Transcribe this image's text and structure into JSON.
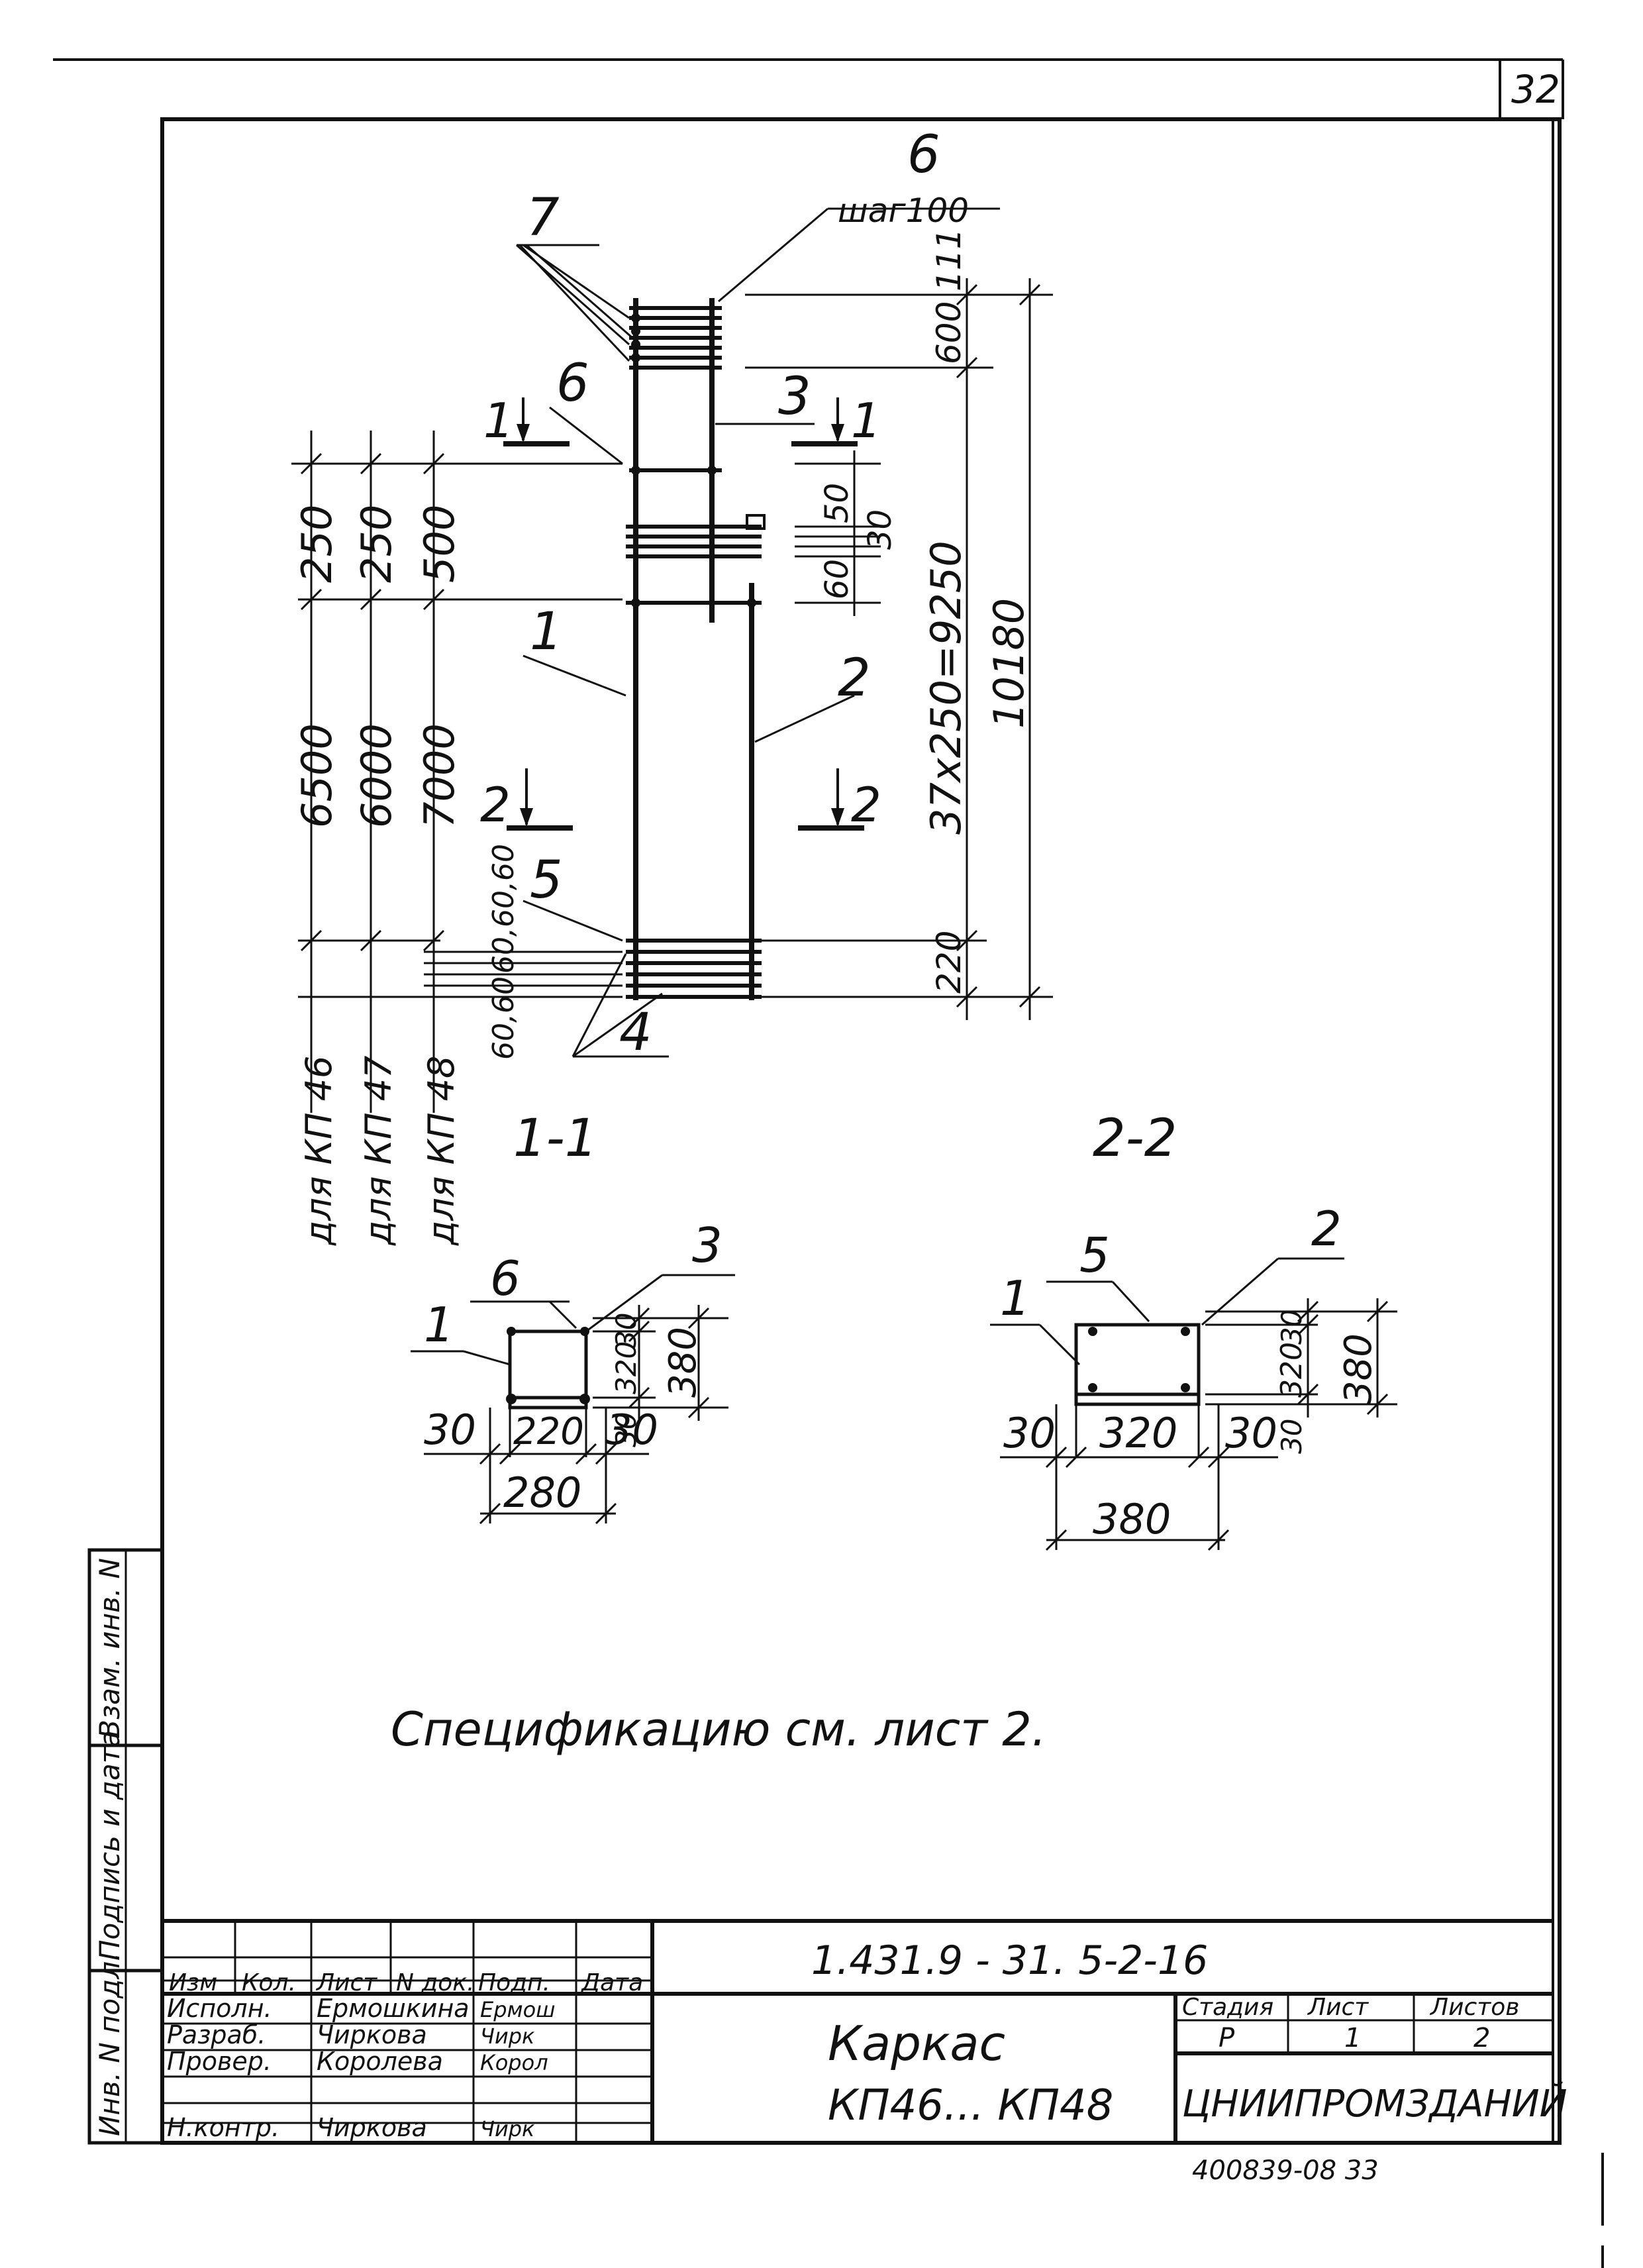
{
  "sheet_number": "32",
  "bottom_code": "400839-08 33",
  "main_view": {
    "labels": {
      "mark_1": "1",
      "mark_2": "2",
      "mark_3": "3",
      "mark_4": "4",
      "mark_5": "5",
      "mark_6_top": "6",
      "mark_6_mid": "6",
      "mark_7": "7",
      "pitch": "шаг100"
    },
    "sections": {
      "s1": "1",
      "s2": "2"
    },
    "dims_left": {
      "col1": [
        "250",
        "6500",
        "для КП 46"
      ],
      "col2": [
        "250",
        "6000",
        "для КП 47"
      ],
      "col3": [
        "500",
        "7000",
        "для КП 48"
      ],
      "bottom_pitch_top": "60,60,60",
      "bottom_pitch_bottom": "60,60"
    },
    "dims_right": {
      "d111": "111",
      "d600": "600",
      "d50": "50",
      "d30": "30",
      "d60": "60",
      "spacing": "37х250=9250",
      "total": "10180",
      "d220": "220"
    }
  },
  "section_1": {
    "title": "1-1",
    "mark_6": "6",
    "mark_1": "1",
    "mark_3": "3",
    "w_left": "30",
    "w_mid": "220",
    "w_right": "30",
    "w_total": "280",
    "h_top": "30",
    "h_mid": "320",
    "h_bottom": "30",
    "h_total": "380"
  },
  "section_2": {
    "title": "2-2",
    "mark_5": "5",
    "mark_1": "1",
    "mark_2": "2",
    "w_left": "30",
    "w_mid": "320",
    "w_right": "30",
    "w_total": "380",
    "h_top": "30",
    "h_mid": "320",
    "h_bottom": "30",
    "h_total": "380"
  },
  "note": "Спецификацию см. лист 2.",
  "side_stamp": {
    "c1": "Инв. N подл.",
    "c2": "Подпись и дата",
    "c3": "Взам. инв. N"
  },
  "title_block": {
    "doc_code": "1.431.9 - 31. 5-2-16",
    "head": [
      "Изм",
      "Кол.",
      "Лист",
      "N док.",
      "Подп.",
      "Дата"
    ],
    "rows": [
      {
        "role": "Исполн.",
        "name": "Ермошкина",
        "sign": "Ермош"
      },
      {
        "role": "Разраб.",
        "name": "Чиркова",
        "sign": "Чирк"
      },
      {
        "role": "Провер.",
        "name": "Королева",
        "sign": "Корол"
      },
      {
        "role": "Н.контр.",
        "name": "Чиркова",
        "sign": "Чирк"
      }
    ],
    "title_line1": "Каркас",
    "title_line2": "КП46... КП48",
    "stage_head": "Стадия",
    "sheet_head": "Лист",
    "sheets_head": "Листов",
    "stage": "Р",
    "sheet": "1",
    "sheets": "2",
    "org": "ЦНИИПРОМЗДАНИЙ"
  }
}
